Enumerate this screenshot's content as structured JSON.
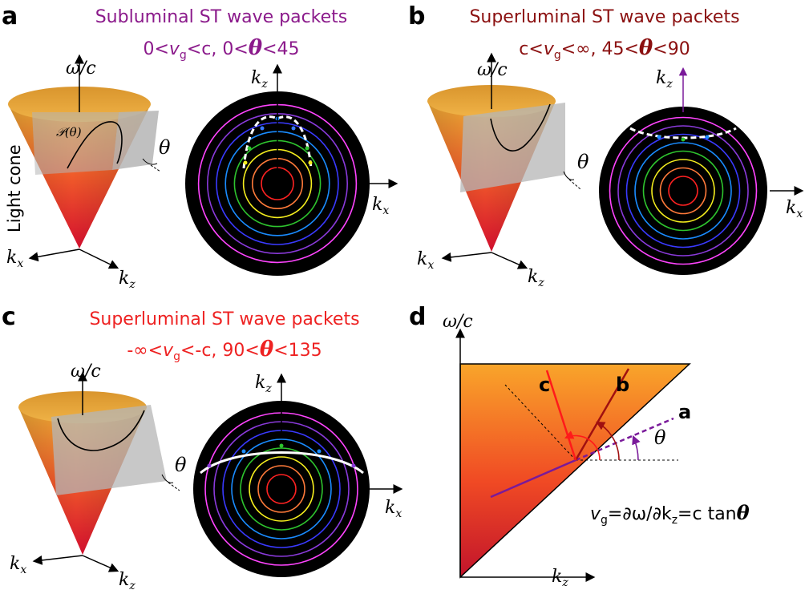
{
  "panels": {
    "a": {
      "label": "a",
      "title": "Subluminal ST  wave packets",
      "cond_pre": "0<",
      "cond_v": "v",
      "cond_vsub": "g",
      "cond_mid": "<c, 0<",
      "cond_theta": "θ",
      "cond_post": "<45",
      "color": "#8b1a8b"
    },
    "b": {
      "label": "b",
      "title": "Superluminal ST wave packets",
      "cond_pre": "c<",
      "cond_v": "v",
      "cond_vsub": "g",
      "cond_mid": "<∞, 45<",
      "cond_theta": "θ",
      "cond_post": "<90",
      "color": "#8b1010"
    },
    "c": {
      "label": "c",
      "title": "Superluminal ST wave packets",
      "cond_pre": "-∞<",
      "cond_v": "v",
      "cond_vsub": "g",
      "cond_mid": "<-c, 90<",
      "cond_theta": "θ",
      "cond_post": "<135",
      "color": "#ee2222"
    },
    "d": {
      "label": "d",
      "ray_c": "c",
      "ray_b": "b",
      "ray_a": "a",
      "eq_v": "v",
      "eq_vsub": "g",
      "eq_mid": "=∂ω/∂k",
      "eq_ksub": "z",
      "eq_post": "=c tan",
      "eq_theta": "θ"
    }
  },
  "labels": {
    "omega_c": "ω/c",
    "k": "k",
    "x": "x",
    "z": "z",
    "theta": "θ",
    "light_cone": "Light cone",
    "curve": "𝒫(θ)"
  },
  "ring_colors": [
    "#ff2222",
    "#ff7a3a",
    "#f6ef1e",
    "#2ec42e",
    "#1a8cff",
    "#3a3aff",
    "#8a3adb",
    "#ff44ff"
  ],
  "colors": {
    "cone_top": "#f5a623",
    "cone_bottom": "#e8102a",
    "plane": "#b5b5b5",
    "disk": "#000000",
    "ray_a": "#7a1a9a",
    "ray_b": "#a01010",
    "ray_c": "#ff1a1a"
  }
}
